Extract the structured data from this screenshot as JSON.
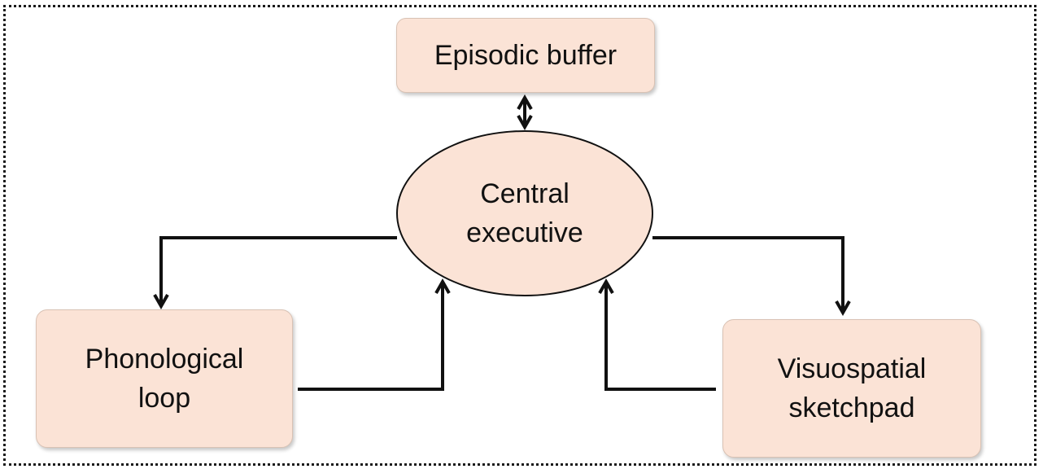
{
  "diagram": {
    "nodes": {
      "episodic_buffer": "Episodic buffer",
      "central_executive": "Central\nexecutive",
      "phonological_loop": "Phonological\nloop",
      "visuospatial_sketchpad": "Visuospatial\nsketchpad"
    },
    "edges": [
      {
        "from": "episodic_buffer",
        "to": "central_executive",
        "direction": "bidirectional"
      },
      {
        "from": "central_executive",
        "to": "phonological_loop",
        "direction": "forward"
      },
      {
        "from": "phonological_loop",
        "to": "central_executive",
        "direction": "forward"
      },
      {
        "from": "central_executive",
        "to": "visuospatial_sketchpad",
        "direction": "forward"
      },
      {
        "from": "visuospatial_sketchpad",
        "to": "central_executive",
        "direction": "forward"
      }
    ],
    "colors": {
      "box_fill": "#fbe3d6",
      "line": "#111111",
      "frame": "#1a1a1a"
    }
  }
}
